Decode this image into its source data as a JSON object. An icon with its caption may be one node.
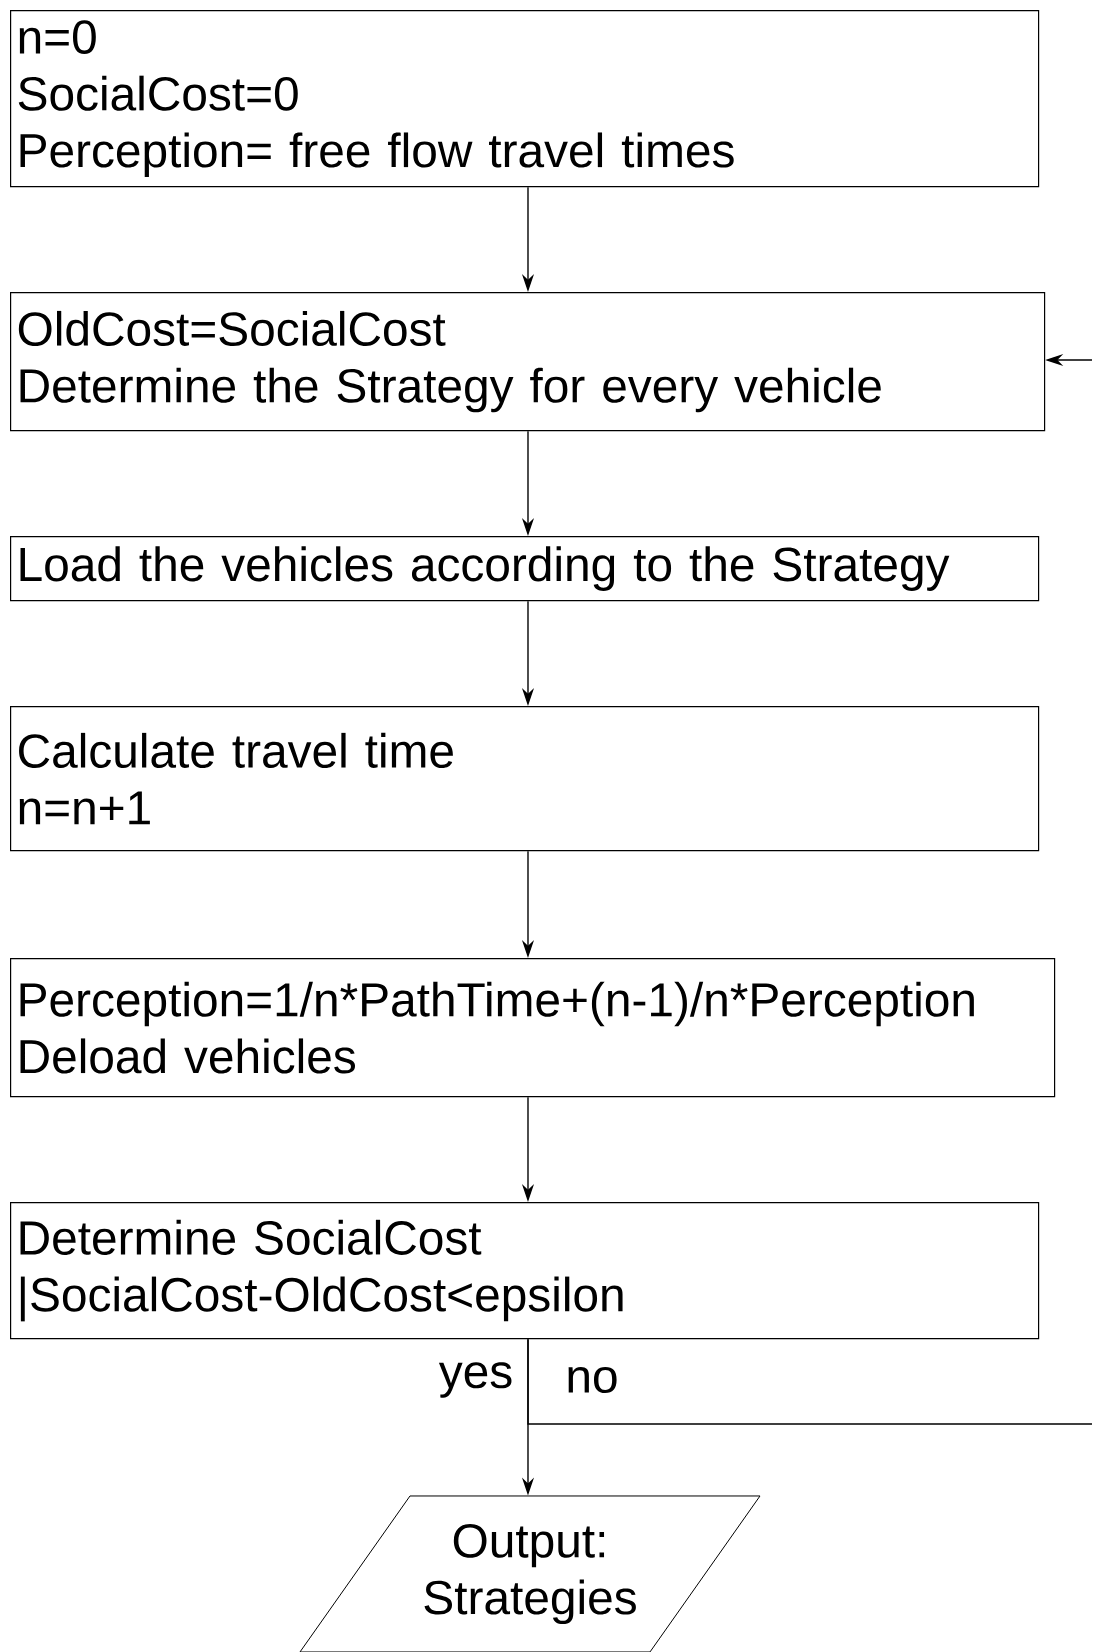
{
  "diagram": {
    "nodes": [
      {
        "text": [
          "n=0",
          "SocialCost=0",
          "Perception= free flow travel times"
        ]
      },
      {
        "text": [
          "OldCost=SocialCost",
          "Determine the Strategy for every vehicle"
        ]
      },
      {
        "text": [
          "Load the vehicles according to the Strategy"
        ]
      },
      {
        "text": [
          "Calculate travel time",
          "n=n+1"
        ]
      },
      {
        "text": [
          "Perception=1/n*PathTime+(n-1)/n*Perception",
          "Deload vehicles"
        ]
      },
      {
        "text": [
          "Determine SocialCost",
          "|SocialCost-OldCost<epsilon"
        ]
      },
      {
        "text": [
          "Output:",
          "Strategies"
        ]
      }
    ],
    "edges": [
      {
        "from": 0,
        "to": 1,
        "arrow": "to"
      },
      {
        "from": 1,
        "to": 2,
        "arrow": "to"
      },
      {
        "from": 2,
        "to": 3,
        "arrow": "to"
      },
      {
        "from": 3,
        "to": 4,
        "arrow": "to"
      },
      {
        "from": 4,
        "to": 5,
        "arrow": "to"
      },
      {
        "from": 5,
        "to": 6,
        "arrow": "to",
        "label": "yes"
      },
      {
        "from": 5,
        "to": null,
        "arrow": "none",
        "label": "no"
      },
      {
        "from": null,
        "to": 1,
        "arrow": "to"
      }
    ]
  }
}
